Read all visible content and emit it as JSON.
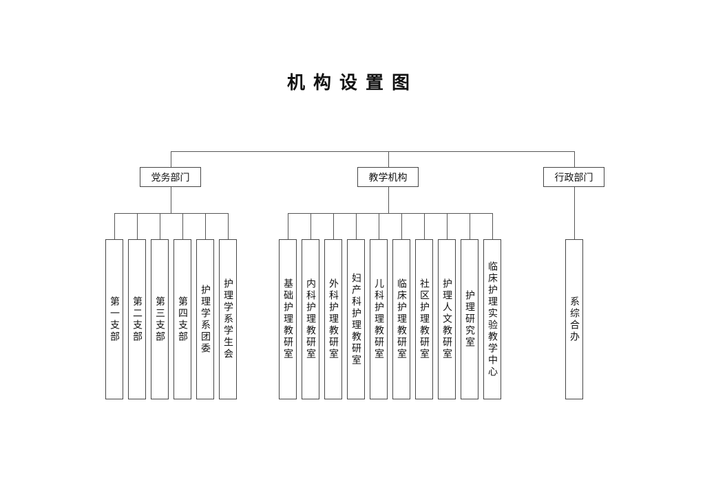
{
  "title": "机构设置图",
  "departments": [
    {
      "label": "党务部门",
      "children": [
        "第一支部",
        "第二支部",
        "第三支部",
        "第四支部",
        "护理学系团委",
        "护理学系学生会"
      ]
    },
    {
      "label": "教学机构",
      "children": [
        "基础护理教研室",
        "内科护理教研室",
        "外科护理教研室",
        "妇产科护理教研室",
        "儿科护理教研室",
        "临床护理教研室",
        "社区护理教研室",
        "护理人文教研室",
        "护理研究室",
        "临床护理实验教学中心"
      ]
    },
    {
      "label": "行政部门",
      "children": [
        "系综合办"
      ]
    }
  ]
}
